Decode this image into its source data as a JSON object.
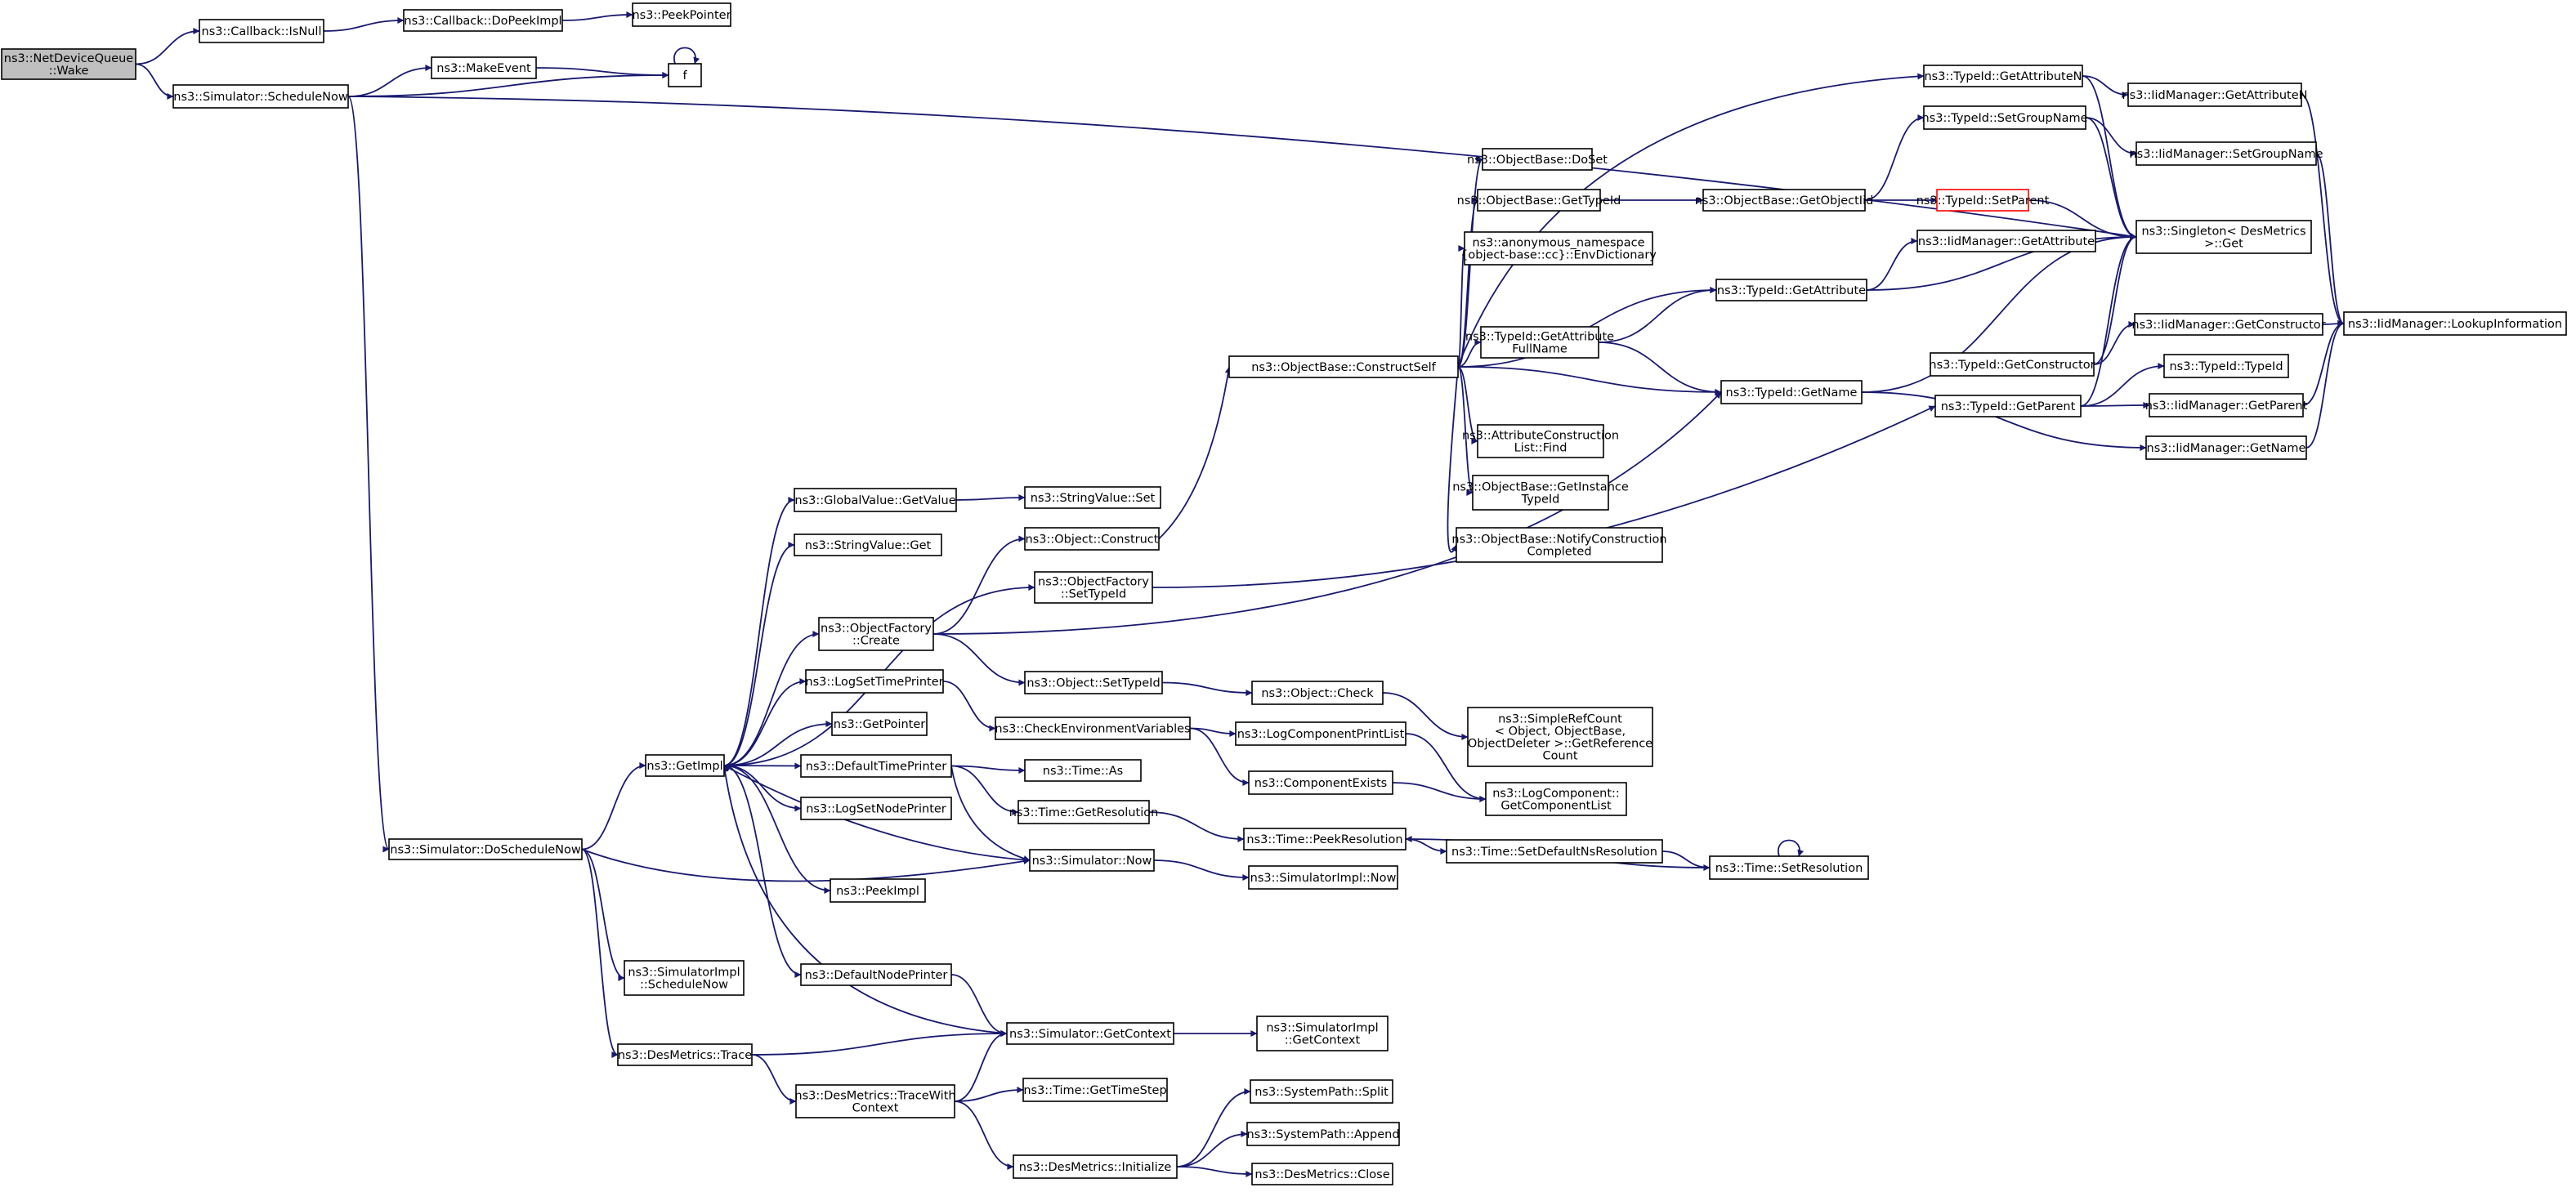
{
  "diagram": {
    "type": "call-graph",
    "nodes": [
      {
        "id": "n1",
        "lines": [
          "ns3::NetDeviceQueue",
          "::Wake"
        ],
        "style": "root"
      },
      {
        "id": "n2",
        "lines": [
          "ns3::Callback::IsNull"
        ]
      },
      {
        "id": "n3",
        "lines": [
          "ns3::Callback::DoPeekImpl"
        ]
      },
      {
        "id": "n4",
        "lines": [
          "ns3::PeekPointer"
        ]
      },
      {
        "id": "n5",
        "lines": [
          "ns3::Simulator::ScheduleNow"
        ]
      },
      {
        "id": "n6",
        "lines": [
          "ns3::MakeEvent"
        ]
      },
      {
        "id": "n7",
        "lines": [
          "f"
        ]
      },
      {
        "id": "n8",
        "lines": [
          "ns3::Simulator::DoScheduleNow"
        ]
      },
      {
        "id": "n9",
        "lines": [
          "ns3::GetImpl"
        ]
      },
      {
        "id": "n10",
        "lines": [
          "ns3::GlobalValue::GetValue"
        ]
      },
      {
        "id": "n11",
        "lines": [
          "ns3::StringValue::Set"
        ]
      },
      {
        "id": "n12",
        "lines": [
          "ns3::StringValue::Get"
        ]
      },
      {
        "id": "n13",
        "lines": [
          "ns3::ObjectFactory",
          "::Create"
        ]
      },
      {
        "id": "n14",
        "lines": [
          "ns3::Object::Construct"
        ]
      },
      {
        "id": "n15",
        "lines": [
          "ns3::ObjectFactory",
          "::SetTypeId"
        ]
      },
      {
        "id": "n16",
        "lines": [
          "ns3::Object::SetTypeId"
        ]
      },
      {
        "id": "n17",
        "lines": [
          "ns3::LogSetTimePrinter"
        ]
      },
      {
        "id": "n18",
        "lines": [
          "ns3::CheckEnvironmentVariables"
        ]
      },
      {
        "id": "n19",
        "lines": [
          "ns3::GetPointer"
        ]
      },
      {
        "id": "n20",
        "lines": [
          "ns3::DefaultTimePrinter"
        ]
      },
      {
        "id": "n21",
        "lines": [
          "ns3::Time::As"
        ]
      },
      {
        "id": "n22",
        "lines": [
          "ns3::Time::GetResolution"
        ]
      },
      {
        "id": "n23",
        "lines": [
          "ns3::LogSetNodePrinter"
        ]
      },
      {
        "id": "n24",
        "lines": [
          "ns3::Simulator::Now"
        ]
      },
      {
        "id": "n25",
        "lines": [
          "ns3::PeekImpl"
        ]
      },
      {
        "id": "n26",
        "lines": [
          "ns3::DefaultNodePrinter"
        ]
      },
      {
        "id": "n27",
        "lines": [
          "ns3::Simulator::GetContext"
        ]
      },
      {
        "id": "n28",
        "lines": [
          "ns3::SimulatorImpl",
          "::ScheduleNow"
        ]
      },
      {
        "id": "n29",
        "lines": [
          "ns3::DesMetrics::Trace"
        ]
      },
      {
        "id": "n30",
        "lines": [
          "ns3::DesMetrics::TraceWith",
          "Context"
        ]
      },
      {
        "id": "n31",
        "lines": [
          "ns3::Time::GetTimeStep"
        ]
      },
      {
        "id": "n32",
        "lines": [
          "ns3::DesMetrics::Initialize"
        ]
      },
      {
        "id": "n33",
        "lines": [
          "ns3::SystemPath::Split"
        ]
      },
      {
        "id": "n34",
        "lines": [
          "ns3::SystemPath::Append"
        ]
      },
      {
        "id": "n35",
        "lines": [
          "ns3::DesMetrics::Close"
        ]
      },
      {
        "id": "n36",
        "lines": [
          "ns3::SimulatorImpl",
          "::GetContext"
        ]
      },
      {
        "id": "n37",
        "lines": [
          "ns3::SimulatorImpl::Now"
        ]
      },
      {
        "id": "n38",
        "lines": [
          "ns3::Time::PeekResolution"
        ]
      },
      {
        "id": "n39",
        "lines": [
          "ns3::Time::SetDefaultNsResolution"
        ]
      },
      {
        "id": "n40",
        "lines": [
          "ns3::Time::SetResolution"
        ]
      },
      {
        "id": "n41",
        "lines": [
          "ns3::Object::Check"
        ]
      },
      {
        "id": "n42",
        "lines": [
          "ns3::SimpleRefCount",
          "< Object, ObjectBase,",
          "ObjectDeleter >::GetReference",
          "Count"
        ]
      },
      {
        "id": "n43",
        "lines": [
          "ns3::LogComponentPrintList"
        ]
      },
      {
        "id": "n44",
        "lines": [
          "ns3::ComponentExists"
        ]
      },
      {
        "id": "n45",
        "lines": [
          "ns3::LogComponent::",
          "GetComponentList"
        ]
      },
      {
        "id": "n46",
        "lines": [
          "ns3::ObjectBase::ConstructSelf"
        ]
      },
      {
        "id": "n47",
        "lines": [
          "ns3::ObjectBase::DoSet"
        ]
      },
      {
        "id": "n48",
        "lines": [
          "ns3::ObjectBase::GetTypeId"
        ]
      },
      {
        "id": "n49",
        "lines": [
          "ns3::anonymous_namespace",
          "{object-base::cc}::EnvDictionary"
        ]
      },
      {
        "id": "n50",
        "lines": [
          "ns3::TypeId::GetAttribute",
          "FullName"
        ]
      },
      {
        "id": "n51",
        "lines": [
          "ns3::AttributeConstruction",
          "List::Find"
        ]
      },
      {
        "id": "n52",
        "lines": [
          "ns3::ObjectBase::GetInstance",
          "TypeId"
        ]
      },
      {
        "id": "n53",
        "lines": [
          "ns3::ObjectBase::NotifyConstruction",
          "Completed"
        ]
      },
      {
        "id": "n54",
        "lines": [
          "ns3::ObjectBase::GetObjectIid"
        ]
      },
      {
        "id": "n55",
        "lines": [
          "ns3::TypeId::GetAttribute"
        ]
      },
      {
        "id": "n56",
        "lines": [
          "ns3::TypeId::GetName"
        ]
      },
      {
        "id": "n57",
        "lines": [
          "ns3::TypeId::GetAttributeN"
        ]
      },
      {
        "id": "n58",
        "lines": [
          "ns3::TypeId::SetGroupName"
        ]
      },
      {
        "id": "n59",
        "lines": [
          "ns3::TypeId::SetParent"
        ],
        "style": "red"
      },
      {
        "id": "n60",
        "lines": [
          "ns3::IidManager::GetAttribute"
        ]
      },
      {
        "id": "n61",
        "lines": [
          "ns3::TypeId::GetConstructor"
        ]
      },
      {
        "id": "n62",
        "lines": [
          "ns3::TypeId::GetParent"
        ]
      },
      {
        "id": "n63",
        "lines": [
          "ns3::IidManager::GetAttributeN"
        ]
      },
      {
        "id": "n64",
        "lines": [
          "ns3::IidManager::SetGroupName"
        ]
      },
      {
        "id": "n65",
        "lines": [
          "ns3::Singleton< DesMetrics",
          " >::Get"
        ]
      },
      {
        "id": "n66",
        "lines": [
          "ns3::IidManager::GetConstructor"
        ]
      },
      {
        "id": "n67",
        "lines": [
          "ns3::TypeId::TypeId"
        ]
      },
      {
        "id": "n68",
        "lines": [
          "ns3::IidManager::GetParent"
        ]
      },
      {
        "id": "n69",
        "lines": [
          "ns3::IidManager::GetName"
        ]
      },
      {
        "id": "n70",
        "lines": [
          "ns3::IidManager::LookupInformation"
        ]
      }
    ],
    "edges": [
      [
        "n1",
        "n2"
      ],
      [
        "n1",
        "n5"
      ],
      [
        "n2",
        "n3"
      ],
      [
        "n3",
        "n4"
      ],
      [
        "n5",
        "n6"
      ],
      [
        "n5",
        "n7"
      ],
      [
        "n5",
        "n8"
      ],
      [
        "n6",
        "n7"
      ],
      [
        "n7",
        "n7"
      ],
      [
        "n5",
        "n65"
      ],
      [
        "n8",
        "n9"
      ],
      [
        "n8",
        "n24"
      ],
      [
        "n8",
        "n28"
      ],
      [
        "n8",
        "n29"
      ],
      [
        "n9",
        "n10"
      ],
      [
        "n9",
        "n12"
      ],
      [
        "n9",
        "n13"
      ],
      [
        "n9",
        "n15"
      ],
      [
        "n9",
        "n17"
      ],
      [
        "n9",
        "n19"
      ],
      [
        "n9",
        "n20"
      ],
      [
        "n9",
        "n23"
      ],
      [
        "n9",
        "n25"
      ],
      [
        "n9",
        "n26"
      ],
      [
        "n10",
        "n11"
      ],
      [
        "n13",
        "n14"
      ],
      [
        "n13",
        "n16"
      ],
      [
        "n13",
        "n56"
      ],
      [
        "n14",
        "n46"
      ],
      [
        "n15",
        "n62"
      ],
      [
        "n16",
        "n41"
      ],
      [
        "n41",
        "n42"
      ],
      [
        "n17",
        "n18"
      ],
      [
        "n18",
        "n43"
      ],
      [
        "n18",
        "n44"
      ],
      [
        "n43",
        "n45"
      ],
      [
        "n44",
        "n45"
      ],
      [
        "n20",
        "n21"
      ],
      [
        "n20",
        "n22"
      ],
      [
        "n20",
        "n24"
      ],
      [
        "n22",
        "n38"
      ],
      [
        "n38",
        "n39"
      ],
      [
        "n39",
        "n40"
      ],
      [
        "n40",
        "n38"
      ],
      [
        "n40",
        "n40"
      ],
      [
        "n24",
        "n9"
      ],
      [
        "n24",
        "n37"
      ],
      [
        "n26",
        "n27"
      ],
      [
        "n27",
        "n9"
      ],
      [
        "n27",
        "n36"
      ],
      [
        "n29",
        "n27"
      ],
      [
        "n29",
        "n30"
      ],
      [
        "n30",
        "n27"
      ],
      [
        "n30",
        "n31"
      ],
      [
        "n30",
        "n32"
      ],
      [
        "n32",
        "n33"
      ],
      [
        "n32",
        "n34"
      ],
      [
        "n32",
        "n35"
      ],
      [
        "n46",
        "n47"
      ],
      [
        "n46",
        "n48"
      ],
      [
        "n46",
        "n49"
      ],
      [
        "n46",
        "n50"
      ],
      [
        "n46",
        "n51"
      ],
      [
        "n46",
        "n52"
      ],
      [
        "n46",
        "n53"
      ],
      [
        "n46",
        "n55"
      ],
      [
        "n46",
        "n56"
      ],
      [
        "n46",
        "n57"
      ],
      [
        "n48",
        "n54"
      ],
      [
        "n54",
        "n58"
      ],
      [
        "n54",
        "n59"
      ],
      [
        "n50",
        "n55"
      ],
      [
        "n50",
        "n56"
      ],
      [
        "n55",
        "n60"
      ],
      [
        "n55",
        "n65"
      ],
      [
        "n56",
        "n65"
      ],
      [
        "n56",
        "n69"
      ],
      [
        "n57",
        "n63"
      ],
      [
        "n57",
        "n65"
      ],
      [
        "n58",
        "n64"
      ],
      [
        "n58",
        "n65"
      ],
      [
        "n59",
        "n65"
      ],
      [
        "n61",
        "n65"
      ],
      [
        "n61",
        "n66"
      ],
      [
        "n62",
        "n65"
      ],
      [
        "n62",
        "n67"
      ],
      [
        "n62",
        "n68"
      ],
      [
        "n63",
        "n70"
      ],
      [
        "n64",
        "n70"
      ],
      [
        "n66",
        "n70"
      ],
      [
        "n68",
        "n70"
      ],
      [
        "n69",
        "n70"
      ]
    ]
  }
}
